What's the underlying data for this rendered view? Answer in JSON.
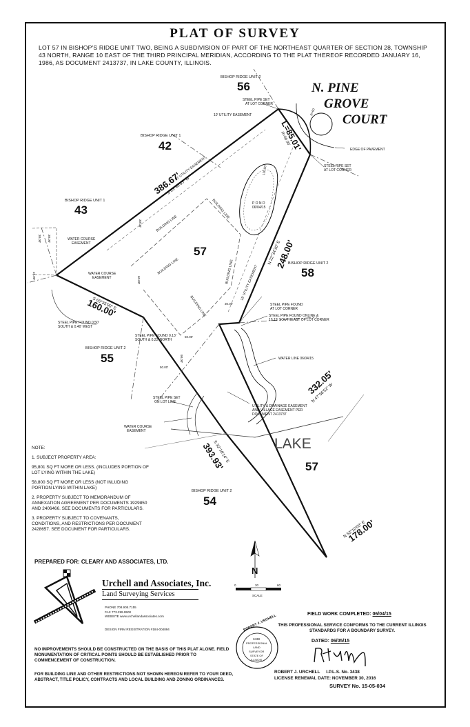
{
  "title": "PLAT OF SURVEY",
  "description": "LOT 57 IN BISHOP'S RIDGE UNIT TWO, BEING A SUBDIVISION OF PART OF THE NORTHEAST QUARTER OF SECTION 28, TOWNSHIP 43 NORTH, RANGE 10 EAST OF THE THIRD PRINCIPAL MERIDIAN, ACCORDING TO THE PLAT THEREOF RECORDED JANUARY 16, 1986, AS DOCUMENT 2413737, IN LAKE COUNTY, ILLINOIS.",
  "lots": {
    "lot56_unit": "BISHOP RIDGE UNIT 2",
    "lot56": "56",
    "lot42_unit": "BISHOP RIDGE UNIT 1",
    "lot42": "42",
    "lot43_unit": "BISHOP RIDGE UNIT 1",
    "lot43": "43",
    "lot57": "57",
    "lot58_unit": "BISHOP RIDGE UNIT 2",
    "lot58": "58",
    "lot55_unit": "BISHOP RIDGE UNIT 2",
    "lot55": "55",
    "lot54_unit": "BISHOP RIDGE UNIT 2",
    "lot54": "54",
    "lake_lot57": "57"
  },
  "street": {
    "line1": "N. PINE",
    "line2": "GROVE",
    "line3": "COURT"
  },
  "lake_label": "LAKE",
  "dimensions": {
    "north_length": "386.67'",
    "north_bearing": "S 53°45'53\" W",
    "arc_length": "L=85.01'",
    "arc_radius": "R=60.00'",
    "east_length": "248.00'",
    "east_bearing": "N 22°34'30\" E",
    "southwest_length": "160.00'",
    "southwest_bearing": "S 65°35'00\" E",
    "south_length": "393.93'",
    "south_bearing": "S 32°16'14\" E",
    "lake_east_length": "332.05'",
    "lake_east_bearing": "N 47°56'52\" W",
    "lake_south_length": "178.00'",
    "lake_south_bearing": "N 53°10'00\" E",
    "pond_dim": "130.00'",
    "radius_small": "R=60",
    "setback_30a": "30.00'",
    "setback_30b": "30.00'",
    "setback_30c": "30.00'",
    "setback_30d": "30.00'",
    "setback_50a": "50.00'",
    "setback_50b": "50.00'",
    "setback_60": "60.00'",
    "setback_15": "15.00'",
    "setback_90": "90.00'"
  },
  "annotations": {
    "pipe_set_lot_corner": "STEEL PIPE SET AT LOT CORNER",
    "utility_easement_10": "10' UTILITY EASEMENT",
    "edge_of_pavement": "EDGE OF PAVEMENT",
    "pipe_set_lot_corner_2": "STEEL PIPE SET AT LOT CORNER",
    "utility_easement_10b": "10' UTILITY EASEMENT",
    "pond": "POND 06/04/15",
    "building_line_a": "BUILDING LINE",
    "building_line_b": "BUILDING LINE",
    "building_line_c": "BUILDING LINE",
    "building_line_d": "BUILDING LINE",
    "utility_easement_15": "15' UTILITY EASEMENT",
    "water_course_easement_a": "WATER COURSE EASEMENT",
    "water_course_easement_b": "WATER COURSE EASEMENT",
    "pipe_found_west": "STEEL PIPE FOUND 0.50' SOUTH & 0.40' WEST",
    "pipe_found_013": "STEEL PIPE FOUND 0.13' SOUTH & 0.22' NORTH",
    "pipe_found_lot_corner": "STEEL PIPE FOUND AT LOT CORNER",
    "pipe_found_online": "STEEL PIPE FOUND ONLINE & 10.15' SOUTHEAST OF LOT CORNER",
    "water_line": "WATER LINE 06/04/15",
    "pipe_set_on_lot_line": "STEEL PIPE SET ON LOT LINE",
    "water_course_easement_c": "WATER COURSE EASEMENT",
    "utility_drainage": "UTILITY & DRAINAGE EASEMENT AND VILLAGE EASEMENT PER DOCUMENT 2413737"
  },
  "notes": {
    "header": "NOTE:",
    "n1": "1. SUBJECT PROPERTY AREA:",
    "n1a": "95,801 SQ FT MORE OR LESS. (INCLUDES PORTION OF LOT LYING WITHIN THE LAKE)",
    "n1b": "58,800 SQ FT MORE OR LESS (NOT INLUDING PORTION LYING WITHIN LAKE)",
    "n2": "2. PROPERTY SUBJECT TO MEMORANDUM OF ANNEXATION AGREEMENT PER DOCUMENTS 1929850 AND 2406466. SEE DOCUMENTS FOR PARTICULARS.",
    "n3": "3. PROPERTY SUBJECT TO COVENANTS, CONDITIONS, AND RESTRICTIONS PER DOCUMENT 2428657. SEE DOCUMENT FOR PARTICULARS."
  },
  "scale": {
    "t0": "0",
    "t1": "30",
    "t2": "60",
    "label": "SCALE"
  },
  "north": "N",
  "prepared_for": "PREPARED FOR: CLEARY AND ASSOCIATES, LTD.",
  "firm": {
    "name": "Urchell and Associates, Inc.",
    "sub": "Land Surveying Services",
    "phone": "PHONE 708.905.7155",
    "fax": "FAX 773.299.9500",
    "website": "WEBSITE www.urchellandassociates.com",
    "design_firm": "DESIGN FIRM REGISTRATION #184-004894"
  },
  "warning1": "NO IMPROVEMENTS SHOULD BE CONSTRUCTED ON THE BASIS OF THIS PLAT ALONE. FIELD MONUMENTATION OF CRITICAL POINTS SHOULD BE ESTABLISHED PRIOR TO COMMENCEMENT OF CONSTRUCTION.",
  "warning2": "FOR BUILDING LINE AND OTHER RESTRICTIONS NOT SHOWN HEREON REFER TO YOUR DEED, ABSTRACT, TITLE POLICY, CONTRACTS AND LOCAL BUILDING AND ZONING ORDINANCES.",
  "field_work": {
    "label": "FIELD WORK COMPLETED:",
    "date": "06/04/15"
  },
  "certification": "THIS PROFESSIONAL SERVICE CONFORMS TO THE CURRENT ILLINOIS STANDARDS FOR A BOUNDARY SURVEY.",
  "dated": {
    "label": "DATED:",
    "date": "06/05/15"
  },
  "seal": {
    "l1": "3438",
    "l2": "PROFESSIONAL",
    "l3": "LAND",
    "l4": "SURVEYOR",
    "l5": "STATE OF",
    "l6": "ILLINOIS"
  },
  "signer": {
    "name": "ROBERT J. URCHELL",
    "license": "I.P.L.S. No. 3438",
    "renewal": "LICENSE RENEWAL DATE: NOVEMBER 30, 2016"
  },
  "survey_no": "SURVEY No. 15-05-034"
}
